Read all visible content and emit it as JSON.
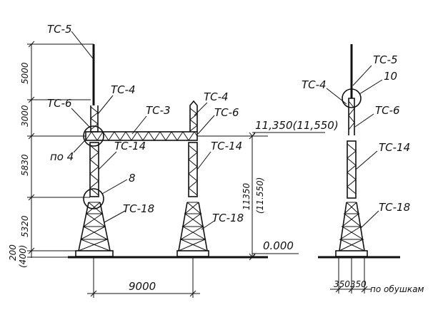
{
  "front_view": {
    "labels": {
      "tc5": "TC-5",
      "tc4_left": "TC-4",
      "tc6_left": "TC-6",
      "tc3": "TC-3",
      "tc4_right": "TC-4",
      "tc6_right": "TC-6",
      "tc14_left": "TC-14",
      "tc14_right": "TC-14",
      "tc18_left": "TC-18",
      "tc18_right": "TC-18",
      "node_po4": "по 4",
      "node_8": "8"
    },
    "dimensions": {
      "d5000": "5000",
      "d3000": "3000",
      "d5830": "5830",
      "d5320": "5320",
      "d200": "200",
      "d400": "(400)",
      "d9000": "9000",
      "d11350": "11350",
      "d11550": "(11.550)"
    },
    "elevations": {
      "top": "11,350(11,550)",
      "ground": "0.000"
    }
  },
  "side_view": {
    "labels": {
      "tc4": "TC-4",
      "tc5": "TC-5",
      "node_10": "10",
      "tc6": "TC-6",
      "tc14": "TC-14",
      "tc18": "TC-18"
    },
    "dimensions": {
      "base": "350350",
      "note": "по обушкам"
    }
  }
}
